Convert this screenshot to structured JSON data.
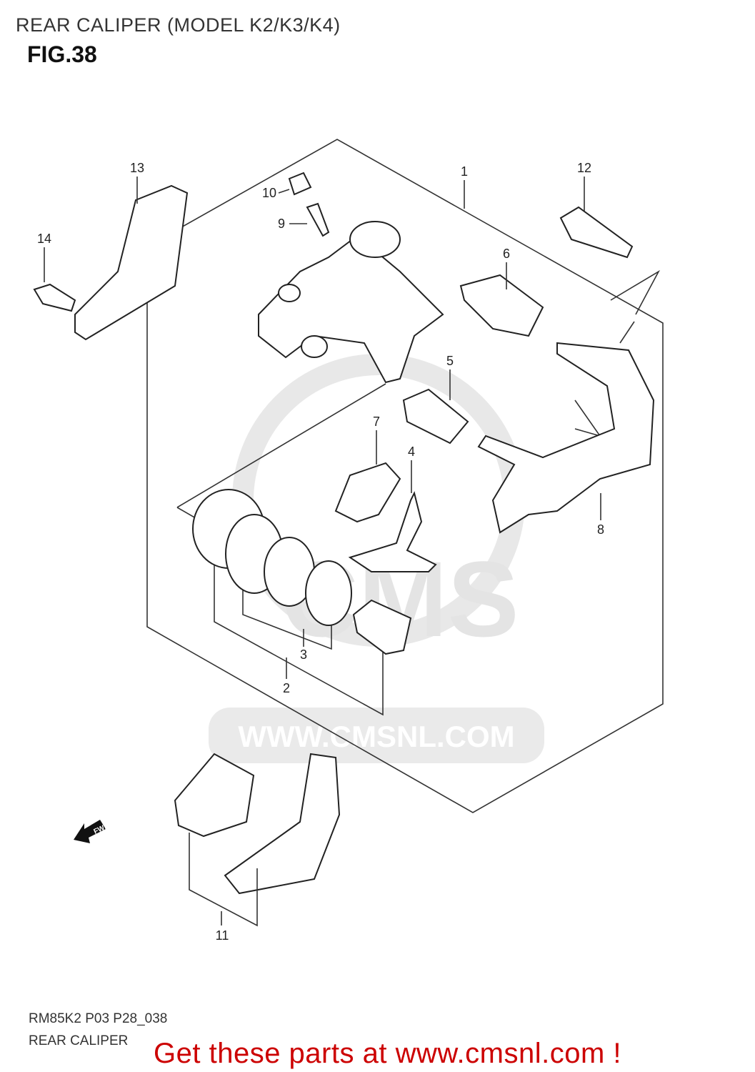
{
  "header": {
    "title": "REAR CALIPER (MODEL K2/K3/K4)",
    "figure": "FIG.38"
  },
  "diagram": {
    "callouts": [
      "1",
      "2",
      "3",
      "4",
      "5",
      "6",
      "7",
      "8",
      "9",
      "10",
      "11",
      "12",
      "13",
      "14"
    ],
    "forward_arrow_label": "FWD",
    "watermark": {
      "logo": "CMS",
      "url": "WWW.CMSNL.COM"
    }
  },
  "footer": {
    "code": "RM85K2 P03 P28_038",
    "caption": "REAR CALIPER",
    "promo": "Get these parts at www.cmsnl.com !",
    "promo_color": "#cc0000"
  }
}
